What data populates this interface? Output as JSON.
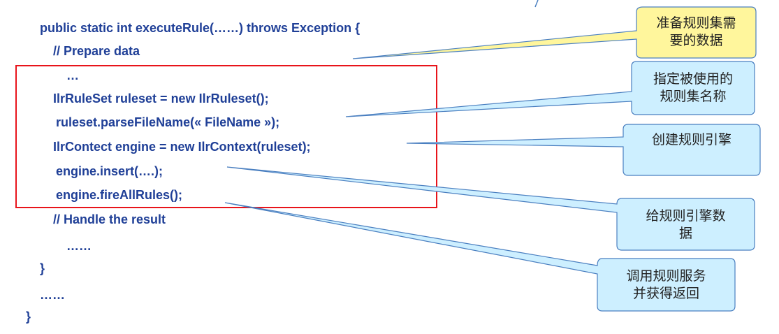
{
  "colors": {
    "code_text": "#1f3f97",
    "frame": "#e8141b",
    "callout_yellow": "#fff69c",
    "callout_blue": "#cdefff",
    "callout_border": "#4a7fc0"
  },
  "code": {
    "line1": "public static int executeRule(……) throws Exception {",
    "line2": "// Prepare data",
    "line3": "…",
    "line4": "IlrRuleSet ruleset = new IlrRuleset();",
    "line5": "ruleset.parseFileName(« FileName »);",
    "line6": "IlrContect engine = new IlrContext(ruleset);",
    "line7": "engine.insert(….);",
    "line8": "engine.fireAllRules();",
    "line9": "// Handle the result",
    "line10": "……",
    "line11": "}",
    "line12": "……",
    "line13": "}"
  },
  "callouts": {
    "prepare": {
      "line1": "准备规则集需",
      "line2": "要的数据"
    },
    "specify": {
      "line1": "指定被使用的",
      "line2": "规则集名称"
    },
    "create": {
      "line1": "创建规则引擎"
    },
    "give": {
      "line1": "给规则引擎数",
      "line2": "据"
    },
    "invoke": {
      "line1": "调用规则服务",
      "line2": "并获得返回"
    }
  }
}
